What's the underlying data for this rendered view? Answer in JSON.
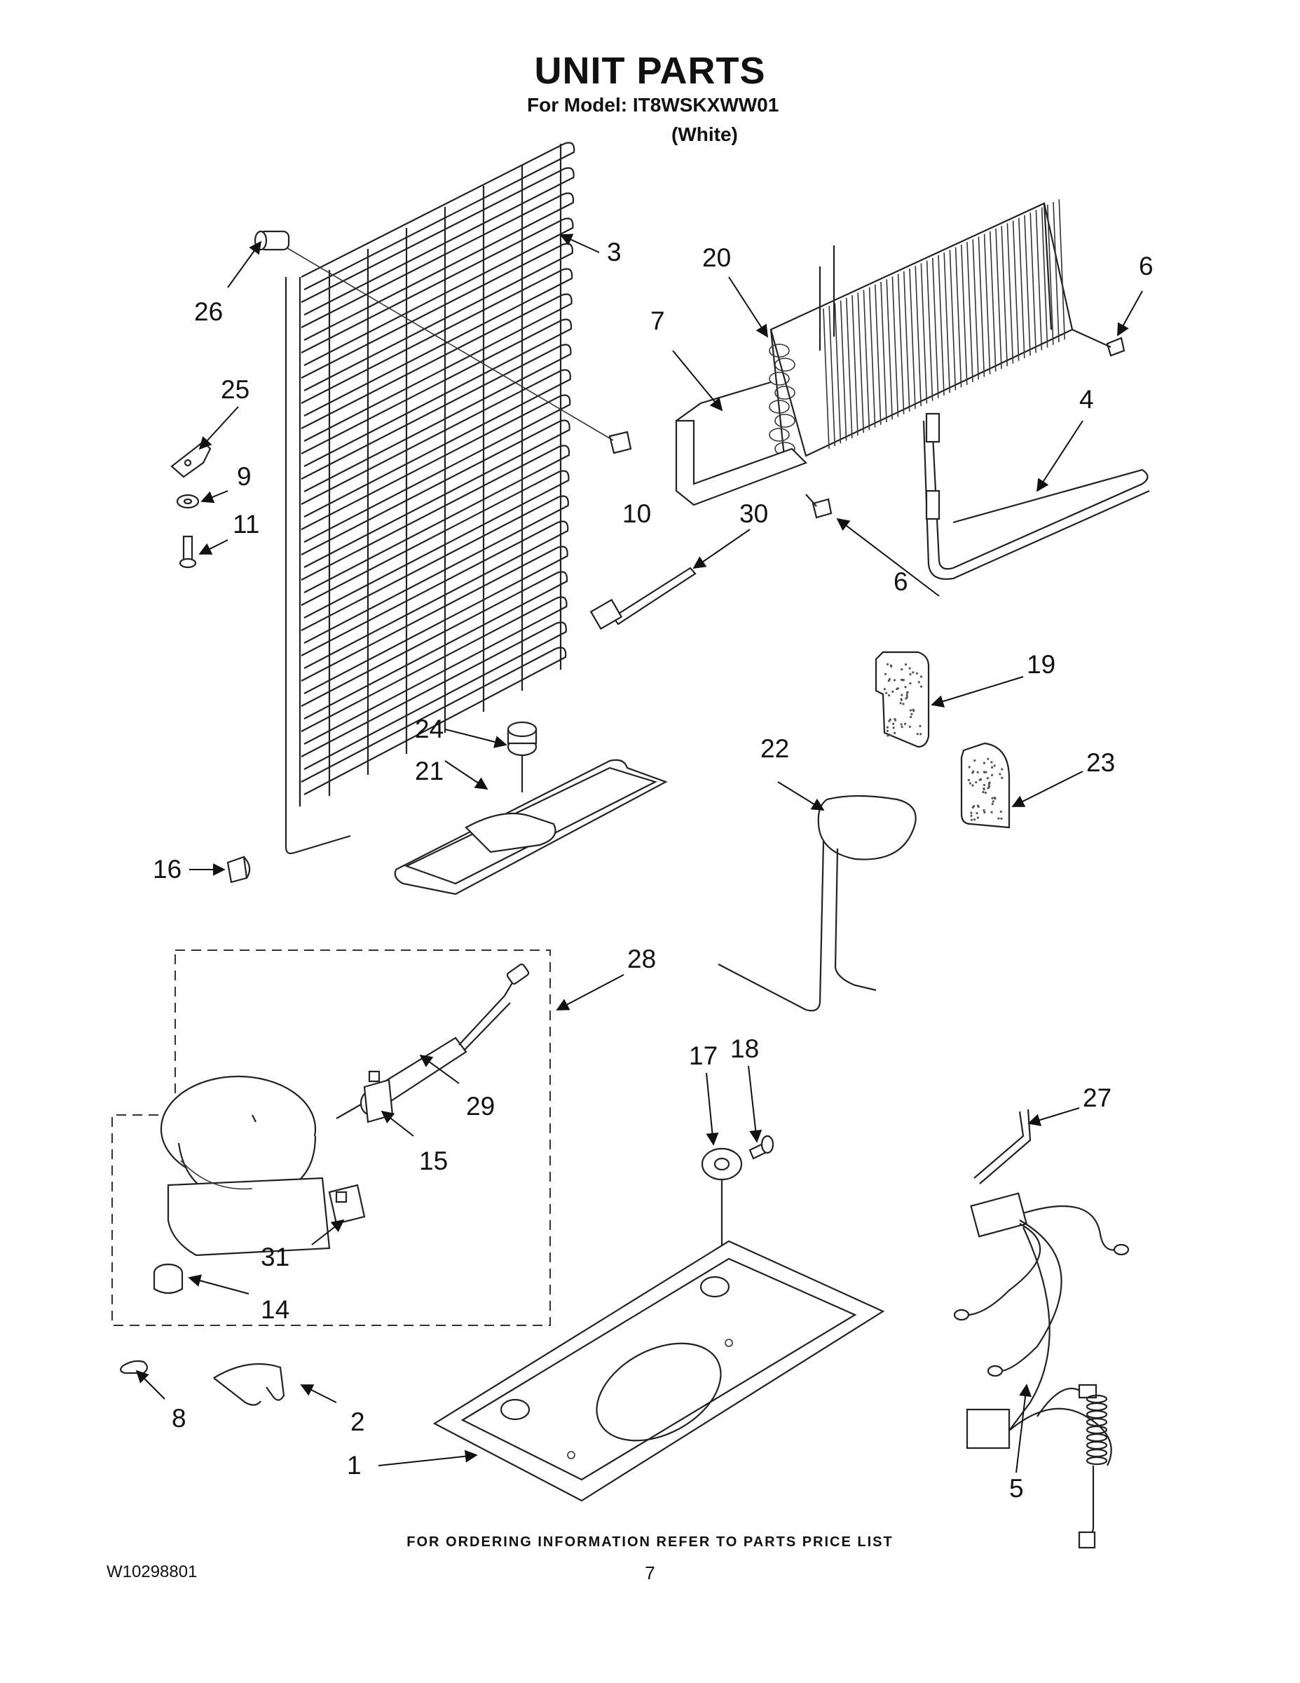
{
  "header": {
    "title": "UNIT PARTS",
    "model_line": "For Model: IT8WSKXWW01",
    "color_line": "(White)"
  },
  "footer": {
    "ordering_note": "FOR ORDERING INFORMATION REFER TO PARTS PRICE LIST",
    "document_id": "W10298801",
    "page_number": "7"
  },
  "callouts": [
    {
      "id": "c1",
      "label": "1"
    },
    {
      "id": "c2",
      "label": "2"
    },
    {
      "id": "c3",
      "label": "3"
    },
    {
      "id": "c4",
      "label": "4"
    },
    {
      "id": "c5",
      "label": "5"
    },
    {
      "id": "c6a",
      "label": "6"
    },
    {
      "id": "c6b",
      "label": "6"
    },
    {
      "id": "c7",
      "label": "7"
    },
    {
      "id": "c8",
      "label": "8"
    },
    {
      "id": "c9",
      "label": "9"
    },
    {
      "id": "c10",
      "label": "10"
    },
    {
      "id": "c11",
      "label": "11"
    },
    {
      "id": "c14",
      "label": "14"
    },
    {
      "id": "c15",
      "label": "15"
    },
    {
      "id": "c16",
      "label": "16"
    },
    {
      "id": "c17",
      "label": "17"
    },
    {
      "id": "c18",
      "label": "18"
    },
    {
      "id": "c19",
      "label": "19"
    },
    {
      "id": "c20",
      "label": "20"
    },
    {
      "id": "c21",
      "label": "21"
    },
    {
      "id": "c22",
      "label": "22"
    },
    {
      "id": "c23",
      "label": "23"
    },
    {
      "id": "c24",
      "label": "24"
    },
    {
      "id": "c25",
      "label": "25"
    },
    {
      "id": "c26",
      "label": "26"
    },
    {
      "id": "c27",
      "label": "27"
    },
    {
      "id": "c28",
      "label": "28"
    },
    {
      "id": "c29",
      "label": "29"
    },
    {
      "id": "c30",
      "label": "30"
    },
    {
      "id": "c31",
      "label": "31"
    }
  ]
}
